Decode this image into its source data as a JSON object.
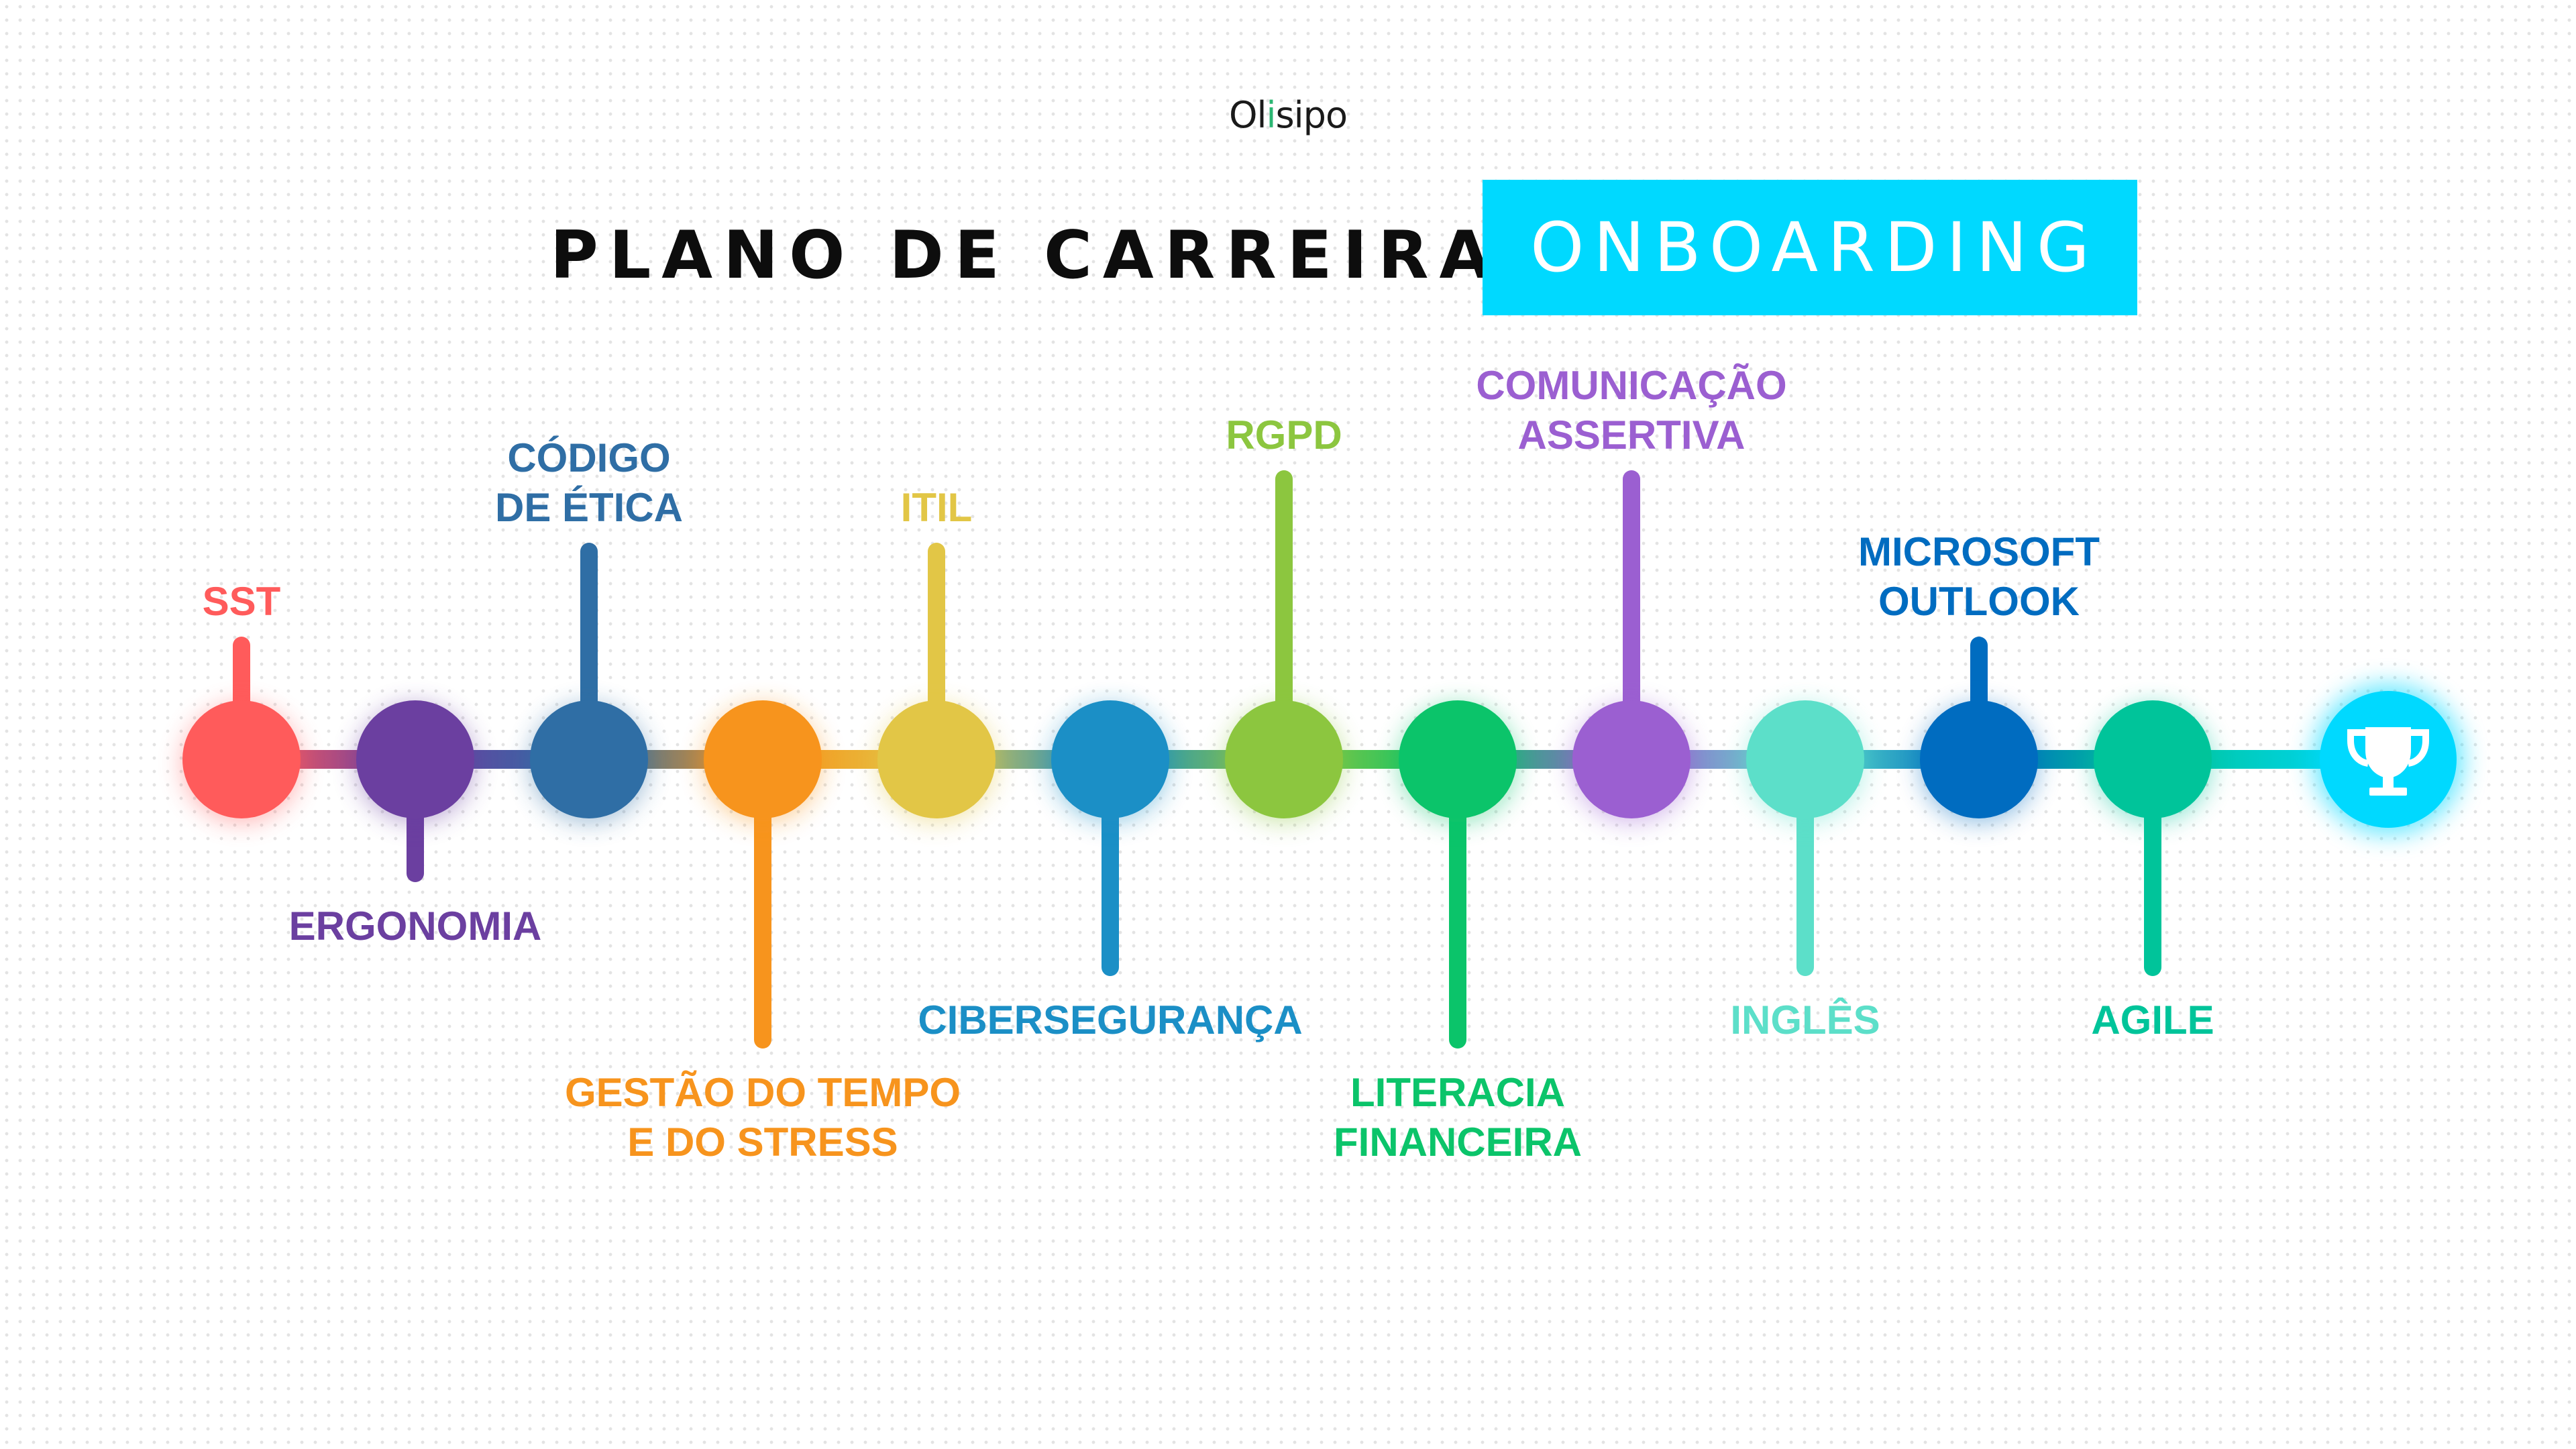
{
  "brand": {
    "logo_before": "Ol",
    "logo_accent": "i",
    "logo_after": "sipo"
  },
  "header": {
    "title": "PLANO DE CARREIRA",
    "badge": "ONBOARDING",
    "badge_color": "#00d9ff"
  },
  "timeline": {
    "end_icon": "trophy-icon",
    "end_color": "#00d9ff",
    "nodes": [
      {
        "id": "sst",
        "label": "SST",
        "color": "#ff5b5b",
        "position": "top",
        "stem": "short"
      },
      {
        "id": "ergonomia",
        "label": "ERGONOMIA",
        "color": "#6b3fa0",
        "position": "bottom",
        "stem": "short"
      },
      {
        "id": "codigo-de-etica",
        "label": "CÓDIGO\nDE ÉTICA",
        "color": "#2f6ea5",
        "position": "top",
        "stem": "medium"
      },
      {
        "id": "gestao-do-tempo",
        "label": "GESTÃO DO TEMPO\nE DO STRESS",
        "color": "#f7941d",
        "position": "bottom",
        "stem": "long"
      },
      {
        "id": "itil",
        "label": "ITIL",
        "color": "#e2c646",
        "position": "top",
        "stem": "medium"
      },
      {
        "id": "ciberseguranca",
        "label": "CIBERSEGURANÇA",
        "color": "#1b8fc6",
        "position": "bottom",
        "stem": "medium"
      },
      {
        "id": "rgpd",
        "label": "RGPD",
        "color": "#8cc63f",
        "position": "top",
        "stem": "long"
      },
      {
        "id": "literacia-financeira",
        "label": "LITERACIA\nFINANCEIRA",
        "color": "#0bc46a",
        "position": "bottom",
        "stem": "long"
      },
      {
        "id": "comunicacao-assertiva",
        "label": "COMUNICAÇÃO\nASSERTIVA",
        "color": "#9b5fd1",
        "position": "top",
        "stem": "long"
      },
      {
        "id": "ingles",
        "label": "INGLÊS",
        "color": "#5cdfc9",
        "position": "bottom",
        "stem": "medium"
      },
      {
        "id": "microsoft-outlook",
        "label": "MICROSOFT\nOUTLOOK",
        "color": "#006cc0",
        "position": "top",
        "stem": "short"
      },
      {
        "id": "agile",
        "label": "AGILE",
        "color": "#00c49a",
        "position": "bottom",
        "stem": "medium"
      }
    ]
  }
}
